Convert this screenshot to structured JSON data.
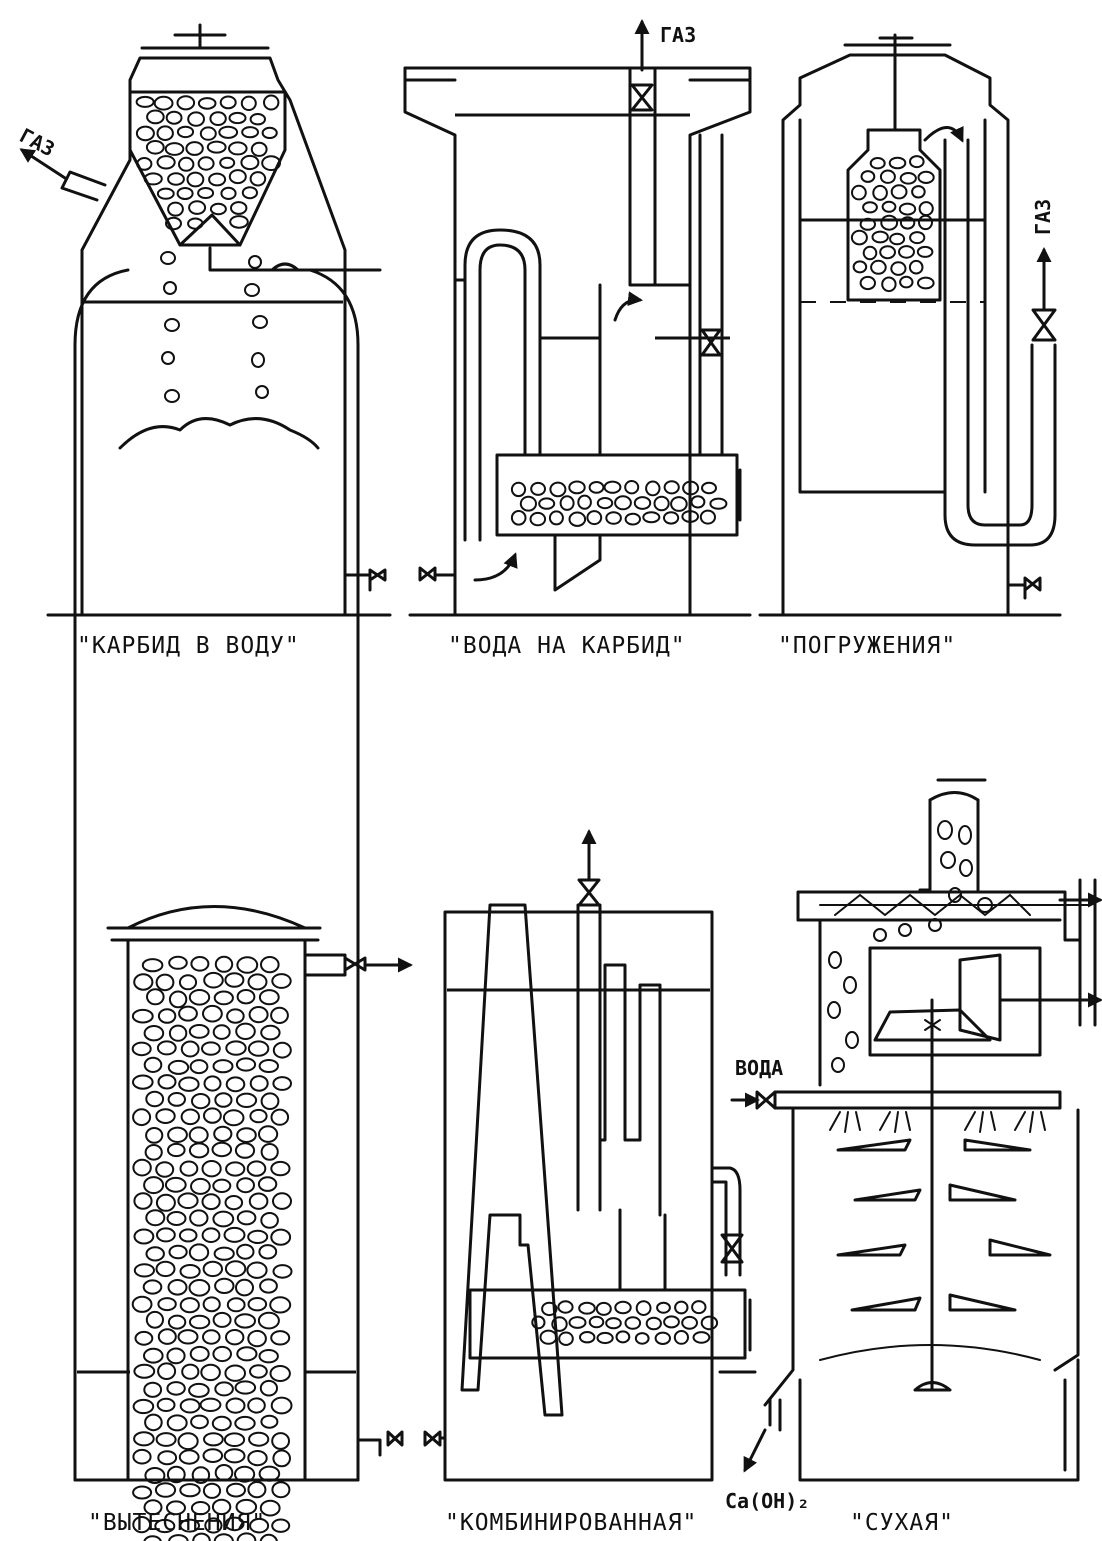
{
  "labels": {
    "gas": "ГАЗ",
    "water": "ВОДА",
    "lime": "Ca(OH)₂"
  },
  "generators": [
    {
      "id": "carbide-to-water",
      "caption": "\"КАРБИД В ВОДУ\""
    },
    {
      "id": "water-to-carbide",
      "caption": "\"ВОДА НА КАРБИД\""
    },
    {
      "id": "immersion",
      "caption": "\"ПОГРУЖЕНИЯ\""
    },
    {
      "id": "displacement",
      "caption": "\"ВЫТЕСНЕНИЯ\""
    },
    {
      "id": "combined",
      "caption": "\"КОМБИНИРОВАННАЯ\""
    },
    {
      "id": "dry",
      "caption": "\"СУХАЯ\""
    }
  ]
}
